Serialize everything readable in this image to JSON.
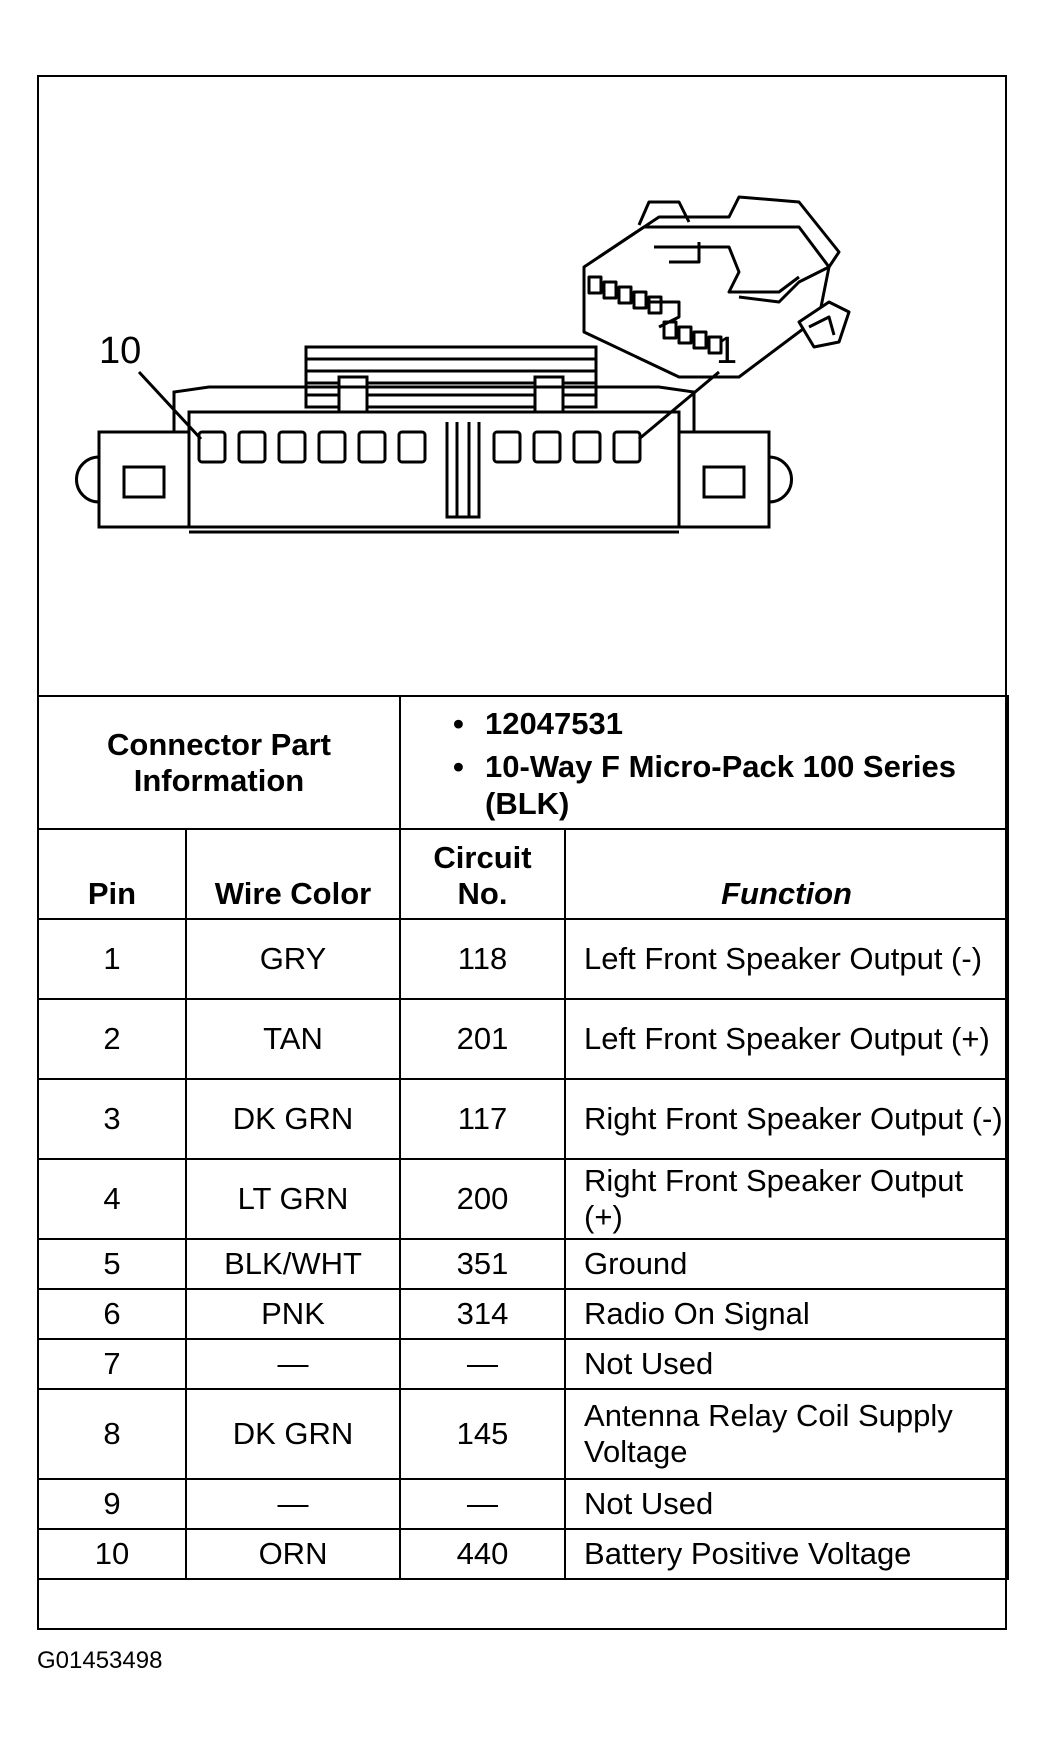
{
  "diagram": {
    "pin_labels": {
      "left": "10",
      "right": "1"
    },
    "pin_count": 10
  },
  "part_info": {
    "label": "Connector Part Information",
    "bullets": [
      "12047531",
      "10-Way F Micro-Pack 100 Series (BLK)"
    ]
  },
  "headers": {
    "pin": "Pin",
    "wire_color": "Wire Color",
    "circuit": "Circuit No.",
    "function": "Function"
  },
  "rows": [
    {
      "pin": "1",
      "wire": "GRY",
      "circuit": "118",
      "function": "Left Front Speaker Output (-)"
    },
    {
      "pin": "2",
      "wire": "TAN",
      "circuit": "201",
      "function": "Left Front Speaker Output (+)"
    },
    {
      "pin": "3",
      "wire": "DK GRN",
      "circuit": "117",
      "function": "Right Front Speaker Output (-)"
    },
    {
      "pin": "4",
      "wire": "LT GRN",
      "circuit": "200",
      "function": "Right Front Speaker Output (+)"
    },
    {
      "pin": "5",
      "wire": "BLK/WHT",
      "circuit": "351",
      "function": "Ground"
    },
    {
      "pin": "6",
      "wire": "PNK",
      "circuit": "314",
      "function": "Radio On Signal"
    },
    {
      "pin": "7",
      "wire": "—",
      "circuit": "—",
      "function": "Not Used"
    },
    {
      "pin": "8",
      "wire": "DK GRN",
      "circuit": "145",
      "function": "Antenna Relay Coil Supply Voltage"
    },
    {
      "pin": "9",
      "wire": "—",
      "circuit": "—",
      "function": "Not Used"
    },
    {
      "pin": "10",
      "wire": "ORN",
      "circuit": "440",
      "function": "Battery Positive Voltage"
    }
  ],
  "figure_id": "G01453498"
}
